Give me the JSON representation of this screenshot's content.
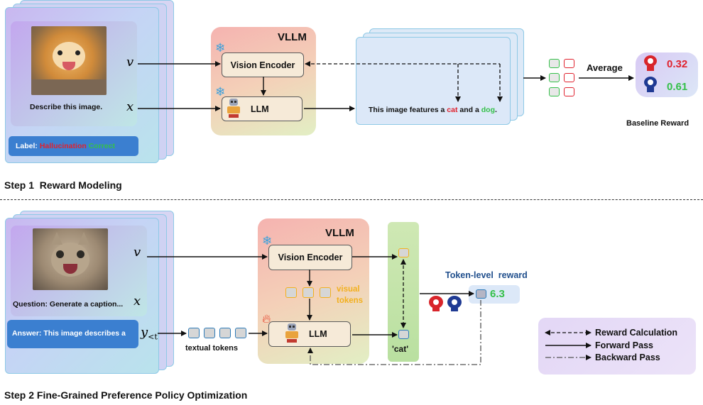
{
  "step1": {
    "title": "Step 1  Reward Modeling",
    "image_prompt": "Describe this image.",
    "label_prefix": "Label:",
    "label_hallucination": "Hallucination",
    "label_correct": "Correct",
    "var_v": "v",
    "var_x": "x",
    "vllm_title": "VLLM",
    "vision_encoder": "Vision Encoder",
    "llm": "LLM",
    "output_prefix": "This image features a ",
    "output_cat": "cat",
    "output_mid": " and a ",
    "output_dog": "dog",
    "output_end": ".",
    "average": "Average",
    "reward_red": "0.32",
    "reward_blue": "0.61",
    "baseline_reward": "Baseline Reward"
  },
  "step2": {
    "title": "Step 2 Fine-Grained Preference Policy Optimization",
    "question": "Question: Generate a caption...",
    "answer": "Answer: This image describes a",
    "var_v": "v",
    "var_x": "x",
    "var_y": "y",
    "var_y_sub": "<t",
    "vllm_title": "VLLM",
    "vision_encoder": "Vision Encoder",
    "llm": "LLM",
    "visual_tokens_1": "visual",
    "visual_tokens_2": "tokens",
    "textual_tokens": "textual tokens",
    "cat_token": "'cat'",
    "token_reward_title": "Token-level  reward",
    "token_reward_value": "6.3"
  },
  "legend": {
    "reward_calc": "Reward Calculation",
    "forward": "Forward Pass",
    "backward": "Backward Pass"
  },
  "colors": {
    "red": "#e0222e",
    "green": "#35c04a",
    "blue_reward": "#1f3a93",
    "yellow": "#f2b01e"
  }
}
